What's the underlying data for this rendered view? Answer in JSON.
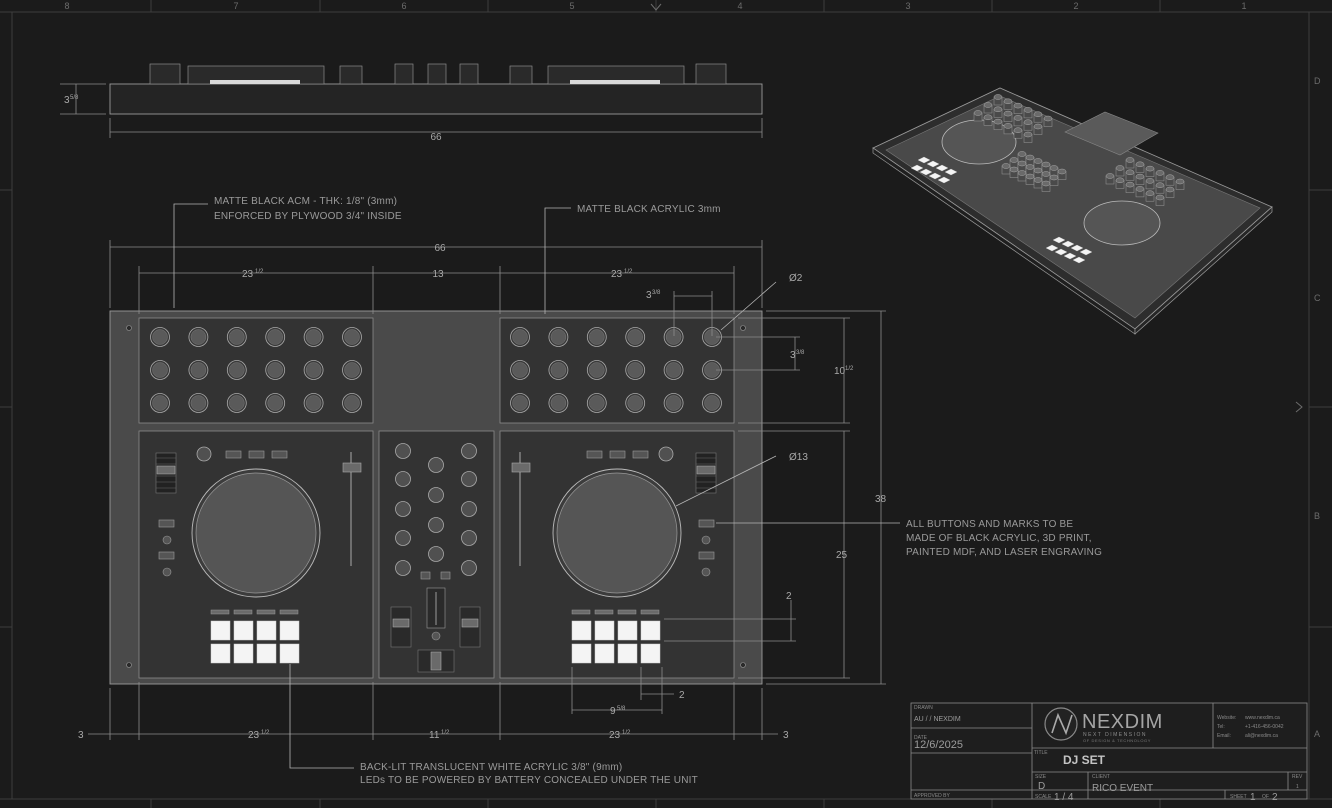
{
  "frame": {
    "columns": [
      "8",
      "7",
      "6",
      "5",
      "4",
      "3",
      "2",
      "1"
    ],
    "rows": [
      "D",
      "C",
      "B",
      "A"
    ]
  },
  "dimensions": {
    "overall_width": "66",
    "top_height": "3",
    "top_height_frac": "5/8",
    "left_section": "23",
    "left_section_frac": "1/2",
    "center_section": "13",
    "right_section": "23",
    "right_section_frac": "1/2",
    "knob_pitch": "3",
    "knob_pitch_frac": "3/8",
    "knob_row_pitch": "3",
    "knob_row_pitch_frac": "3/8",
    "knob_diameter": "Ø2",
    "knob_panel_height": "10",
    "knob_panel_height_frac": "1/2",
    "jog_diameter": "Ø13",
    "deck_height": "25",
    "total_height": "38",
    "pad_spacing_v": "2",
    "pad_spacing_h": "2",
    "pad_group_width": "9",
    "pad_group_width_frac": "5/8",
    "margin_left": "3",
    "margin_right": "3",
    "bottom_left": "23",
    "bottom_left_frac": "1/2",
    "bottom_center": "11",
    "bottom_center_frac": "1/2",
    "bottom_right": "23",
    "bottom_right_frac": "1/2"
  },
  "notes": {
    "acm_line1": "MATTE BLACK ACM - THK: 1/8\" (3mm)",
    "acm_line2": "ENFORCED BY PLYWOOD 3/4\" INSIDE",
    "acrylic": "MATTE BLACK ACRYLIC 3mm",
    "buttons_line1": "ALL BUTTONS AND MARKS TO BE",
    "buttons_line2": "MADE OF BLACK ACRYLIC, 3D PRINT,",
    "buttons_line3": "PAINTED MDF, AND LASER ENGRAVING",
    "backlit_line1": "BACK-LIT TRANSLUCENT WHITE ACRYLIC 3/8\" (9mm)",
    "backlit_line2": "LEDs TO BE POWERED BY BATTERY CONCEALED UNDER THE UNIT"
  },
  "title_block": {
    "drawn_label": "DRAWN",
    "drawn_value": "AU / / NEXDIM",
    "date_label": "DATE",
    "date_value": "12/6/2025",
    "approved_label": "APPROVED BY",
    "logo_text": "NEXDIM",
    "logo_sub1": "NEXT DIMENSION",
    "logo_sub2": "OF DESIGN & TECHNOLOGY",
    "website_label": "Website:",
    "website_value": "www.nexdim.ca",
    "tel_label": "Tel:",
    "tel_value": "+1-416-456-0042",
    "email_label": "Email:",
    "email_value": "ali@nexdim.ca",
    "title_label": "TITLE",
    "title_value": "DJ SET",
    "size_label": "SIZE",
    "size_value": "D",
    "client_label": "CLIENT",
    "client_value": "RICO EVENT",
    "rev_label": "REV",
    "rev_value": "1",
    "scale_label": "SCALE",
    "scale_value": "1 / 4",
    "sheet_label": "SHEET",
    "sheet_value": "1",
    "sheet_of": "OF",
    "sheet_total": "2"
  },
  "colors": {
    "background": "#1b1b1b",
    "plate": "#4a4a4a",
    "panel": "#333333",
    "line": "#8d8d8d",
    "pad": "#f4f4f4"
  }
}
